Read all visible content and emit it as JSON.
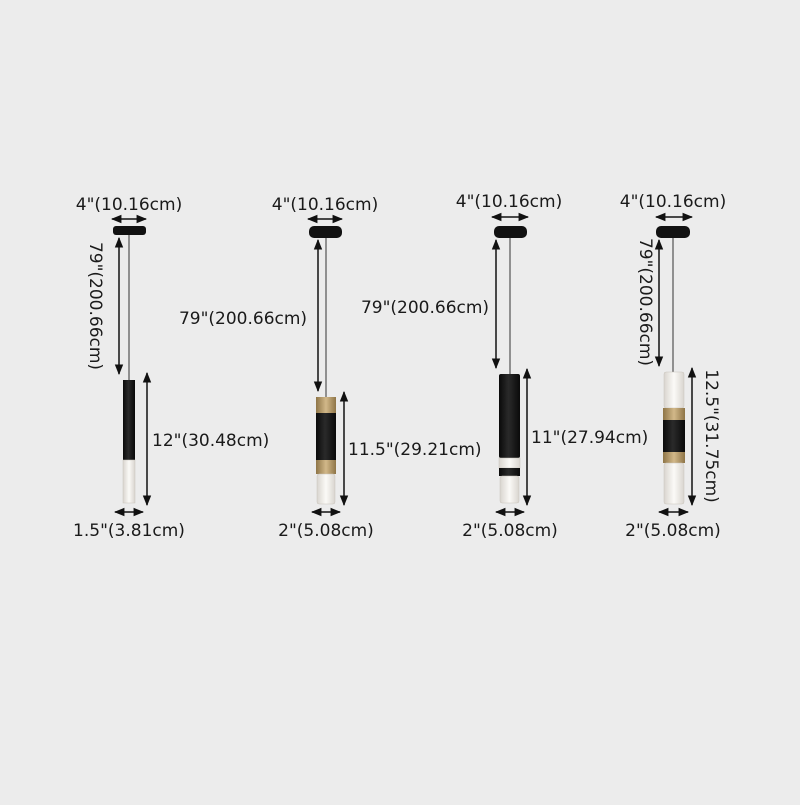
{
  "lamps": [
    {
      "canopy_label": "4\"(10.16cm)",
      "cord_label": "79\"(200.66cm)",
      "body_label": "12\"(30.48cm)",
      "width_label": "1.5\"(3.81cm)"
    },
    {
      "canopy_label": "4\"(10.16cm)",
      "cord_label": "79\"(200.66cm)",
      "body_label": "11.5\"(29.21cm)",
      "width_label": "2\"(5.08cm)"
    },
    {
      "canopy_label": "4\"(10.16cm)",
      "cord_label": "79\"(200.66cm)",
      "body_label": "11\"(27.94cm)",
      "width_label": "2\"(5.08cm)"
    },
    {
      "canopy_label": "4\"(10.16cm)",
      "cord_label": "79\"(200.66cm)",
      "body_label": "12.5\"(31.75cm)",
      "width_label": "2\"(5.08cm)"
    }
  ],
  "colors": {
    "background": "#ececec",
    "fixture_black": "#111111",
    "brass": "#b89a64",
    "diffuser": "#e6e2dc",
    "dimension_line": "#111111"
  }
}
